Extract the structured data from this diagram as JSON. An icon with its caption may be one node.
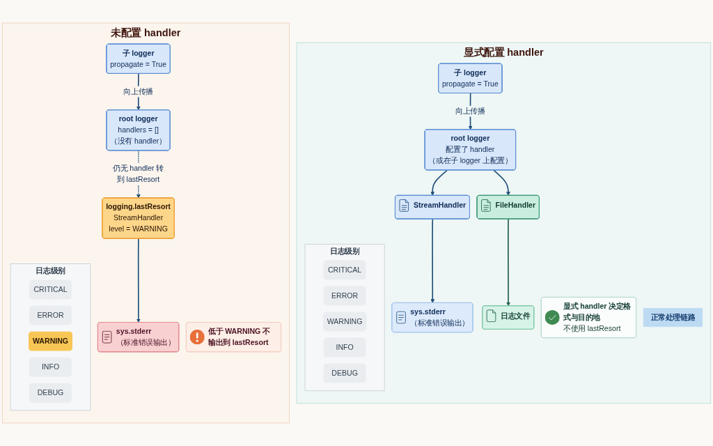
{
  "diagram": {
    "nodes": [
      {
        "text": [
          "未配置 handler"
        ]
      },
      {
        "text": [
          "子 logger",
          "propagate = True"
        ],
        "in": 0
      },
      {
        "text": [
          "root logger",
          "handlers = []",
          "（没有 handler）"
        ],
        "in": 0
      },
      {
        "text": [
          "logging.lastResort",
          "StreamHandler",
          "level = WARNING"
        ],
        "in": 0
      },
      {
        "text": [
          "sys.stderr",
          "（标准错误输出）"
        ],
        "in": 0
      },
      {
        "text": [
          "日志级别"
        ],
        "in": 0
      },
      {
        "text": [
          "CRITICAL"
        ],
        "in": 5
      },
      {
        "text": [
          "ERROR"
        ],
        "in": 5
      },
      {
        "text": [
          "WARNING"
        ],
        "in": 5
      },
      {
        "text": [
          "INFO"
        ],
        "in": 5
      },
      {
        "text": [
          "DEBUG"
        ],
        "in": 5
      },
      {
        "text": [
          "低于 WARNING 不输出到 lastResort"
        ],
        "in": 0
      },
      {
        "text": [
          "显式配置 handler"
        ]
      },
      {
        "text": [
          "子 logger",
          "propagate = True"
        ],
        "in": 12
      },
      {
        "text": [
          "root logger",
          "配置了 handler",
          "（或在子 logger 上配置）"
        ],
        "in": 12
      },
      {
        "text": [
          "StreamHandler"
        ],
        "in": 12
      },
      {
        "text": [
          "FileHandler"
        ],
        "in": 12
      },
      {
        "text": [
          "sys.stderr",
          "（标准错误输出）"
        ],
        "in": 12
      },
      {
        "text": [
          "日志文件"
        ],
        "in": 12
      },
      {
        "text": [
          "日志级别"
        ],
        "in": 12
      },
      {
        "text": [
          "CRITICAL"
        ],
        "in": 19
      },
      {
        "text": [
          "ERROR"
        ],
        "in": 19
      },
      {
        "text": [
          "WARNING"
        ],
        "in": 19
      },
      {
        "text": [
          "INFO"
        ],
        "in": 19
      },
      {
        "text": [
          "DEBUG"
        ],
        "in": 19
      },
      {
        "text": [
          "显式 handler 决定格式与目的地",
          "不使用 lastResort"
        ],
        "in": 12
      },
      {
        "text": [
          "正常处理链路"
        ],
        "in": 12
      }
    ],
    "edges": [
      {
        "from": 1,
        "to": 2,
        "arrow": "to",
        "label": "向上传播"
      },
      {
        "from": 2,
        "to": 3,
        "arrow": "to",
        "label": "仍无 handler 转到 lastResort",
        "style": "dashed"
      },
      {
        "from": 3,
        "to": 4,
        "arrow": "to"
      },
      {
        "from": 13,
        "to": 14,
        "arrow": "to",
        "label": "向上传播"
      },
      {
        "from": 14,
        "to": 15,
        "arrow": "to"
      },
      {
        "from": 14,
        "to": 16,
        "arrow": "to"
      },
      {
        "from": 15,
        "to": 17,
        "arrow": "to"
      },
      {
        "from": 16,
        "to": 18,
        "arrow": "to",
        "color": "#1e5e4b"
      }
    ]
  }
}
